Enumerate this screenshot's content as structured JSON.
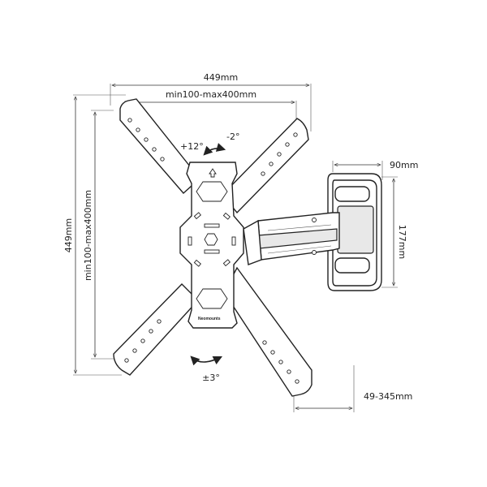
{
  "dimensions": {
    "overall_width": "449mm",
    "vesa_width": "min100-max400mm",
    "overall_height": "449mm",
    "vesa_height": "min100-max400mm",
    "wall_plate_depth": "90mm",
    "wall_plate_height": "177mm",
    "extension": "49-345mm"
  },
  "rotation": {
    "tilt_up": "+12°",
    "tilt_down": "-2°",
    "rotate": "±3°"
  },
  "brand": {
    "name": "Neomounts"
  }
}
